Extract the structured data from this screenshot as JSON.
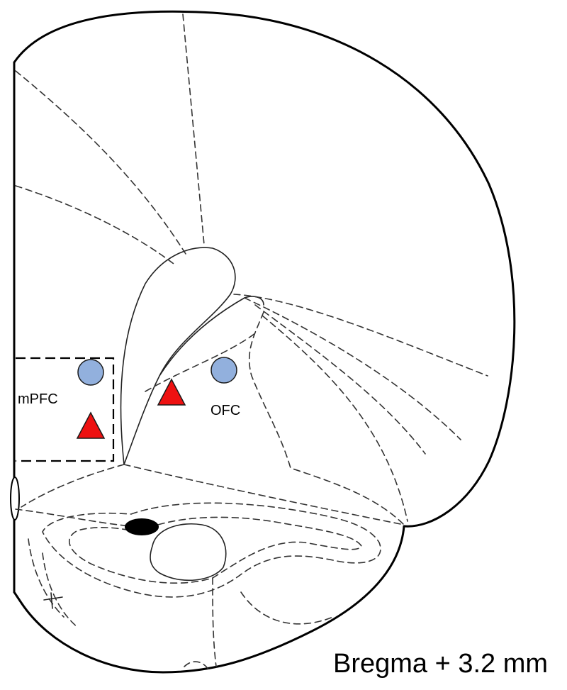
{
  "labels": {
    "mpfc": "mPFC",
    "ofc": "OFC",
    "bregma": "Bregma + 3.2 mm"
  },
  "markers": {
    "circle_color": "#92B0DD",
    "triangle_color": "#EE1111"
  }
}
